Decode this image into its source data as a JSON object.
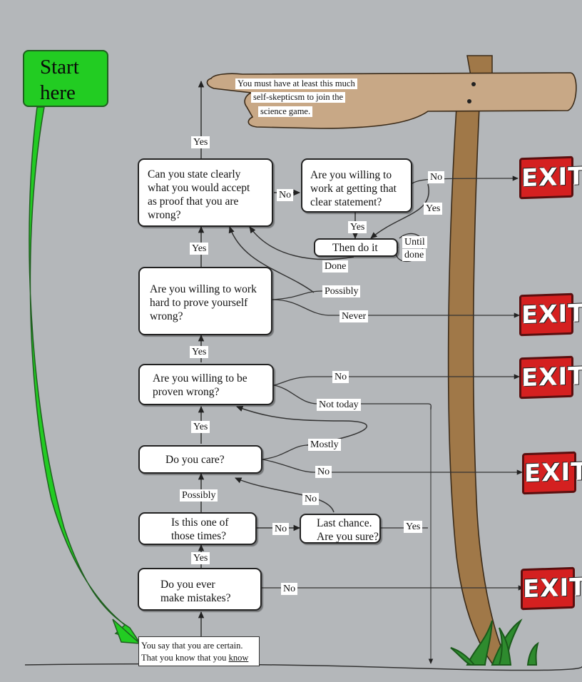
{
  "start": {
    "line1": "Start",
    "line2": "here"
  },
  "hand": {
    "line1": "You must have at least this much",
    "line2": "self-skepticsm to join the",
    "line3": "science game."
  },
  "exit_label": "EXIT",
  "start_box": {
    "line1": "You say that you are certain.",
    "line2_prefix": "That you know that you ",
    "line2_underlined": "know"
  },
  "questions": {
    "mistakes": {
      "line1": "Do you ever",
      "line2": "make mistakes?"
    },
    "one_of_those": {
      "line1": "Is this one of",
      "line2": "those times?"
    },
    "last_chance": {
      "line1": "Last chance.",
      "line2": "Are you sure?"
    },
    "care": {
      "line1": "Do you care?"
    },
    "proven_wrong": {
      "line1": "Are you willing to be",
      "line2": "proven wrong?"
    },
    "work_hard": {
      "line1": "Are you willing to work",
      "line2": "hard to prove yourself",
      "line3": "wrong?"
    },
    "state_clearly": {
      "line1": "Can you state clearly",
      "line2": "what you would accept",
      "line3": "as proof that you are",
      "line4": "wrong?"
    },
    "willing_work": {
      "line1": "Are you willing to",
      "line2": "work at getting that",
      "line3": "clear statement?"
    },
    "then_do_it": {
      "line1": "Then do it"
    }
  },
  "edge_labels": {
    "mistakes_yes": "Yes",
    "mistakes_no": "No",
    "times_possibly": "Possibly",
    "times_no": "No",
    "last_yes": "Yes",
    "last_no": "No",
    "care_yes": "Yes",
    "care_mostly": "Mostly",
    "care_no": "No",
    "proven_yes": "Yes",
    "proven_no": "No",
    "proven_not_today": "Not today",
    "work_yes": "Yes",
    "work_possibly": "Possibly",
    "work_never": "Never",
    "state_yes": "Yes",
    "state_no": "No",
    "willing_no": "No",
    "willing_yes_right": "Yes",
    "willing_yes_down": "Yes",
    "until_done_1": "Until",
    "until_done_2": "done",
    "done": "Done"
  },
  "colors": {
    "background": "#b4b7ba",
    "start_green": "#22cc22",
    "exit_red": "#d42020",
    "post": "#a07848",
    "hand": "#c8a886"
  }
}
